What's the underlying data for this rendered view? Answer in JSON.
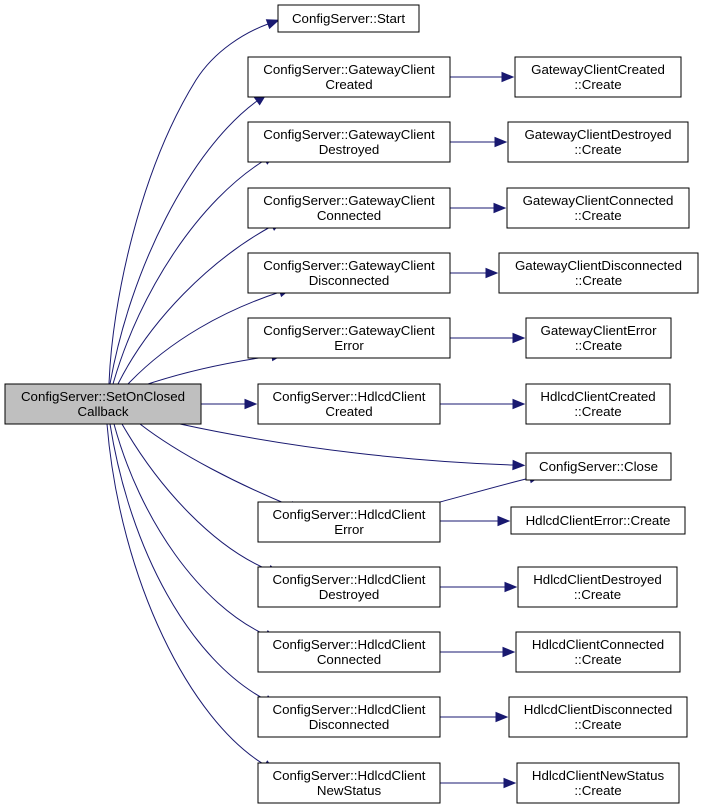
{
  "graph": {
    "nodes": [
      {
        "id": "root",
        "label": [
          "ConfigServer::SetOnClosed",
          "Callback"
        ],
        "highlight": true
      },
      {
        "id": "start",
        "label": [
          "ConfigServer::Start"
        ]
      },
      {
        "id": "gcc",
        "label": [
          "ConfigServer::GatewayClient",
          "Created"
        ]
      },
      {
        "id": "gcc_c",
        "label": [
          "GatewayClientCreated",
          "::Create"
        ]
      },
      {
        "id": "gcd",
        "label": [
          "ConfigServer::GatewayClient",
          "Destroyed"
        ]
      },
      {
        "id": "gcd_c",
        "label": [
          "GatewayClientDestroyed",
          "::Create"
        ]
      },
      {
        "id": "gcn",
        "label": [
          "ConfigServer::GatewayClient",
          "Connected"
        ]
      },
      {
        "id": "gcn_c",
        "label": [
          "GatewayClientConnected",
          "::Create"
        ]
      },
      {
        "id": "gcdis",
        "label": [
          "ConfigServer::GatewayClient",
          "Disconnected"
        ]
      },
      {
        "id": "gcdis_c",
        "label": [
          "GatewayClientDisconnected",
          "::Create"
        ]
      },
      {
        "id": "gce",
        "label": [
          "ConfigServer::GatewayClient",
          "Error"
        ]
      },
      {
        "id": "gce_c",
        "label": [
          "GatewayClientError",
          "::Create"
        ]
      },
      {
        "id": "hcc",
        "label": [
          "ConfigServer::HdlcdClient",
          "Created"
        ]
      },
      {
        "id": "hcc_c",
        "label": [
          "HdlcdClientCreated",
          "::Create"
        ]
      },
      {
        "id": "close",
        "label": [
          "ConfigServer::Close"
        ]
      },
      {
        "id": "hce",
        "label": [
          "ConfigServer::HdlcdClient",
          "Error"
        ]
      },
      {
        "id": "hce_c",
        "label": [
          "HdlcdClientError::Create"
        ]
      },
      {
        "id": "hcd",
        "label": [
          "ConfigServer::HdlcdClient",
          "Destroyed"
        ]
      },
      {
        "id": "hcd_c",
        "label": [
          "HdlcdClientDestroyed",
          "::Create"
        ]
      },
      {
        "id": "hcn",
        "label": [
          "ConfigServer::HdlcdClient",
          "Connected"
        ]
      },
      {
        "id": "hcn_c",
        "label": [
          "HdlcdClientConnected",
          "::Create"
        ]
      },
      {
        "id": "hcdis",
        "label": [
          "ConfigServer::HdlcdClient",
          "Disconnected"
        ]
      },
      {
        "id": "hcdis_c",
        "label": [
          "HdlcdClientDisconnected",
          "::Create"
        ]
      },
      {
        "id": "hcns",
        "label": [
          "ConfigServer::HdlcdClient",
          "NewStatus"
        ]
      },
      {
        "id": "hcns_c",
        "label": [
          "HdlcdClientNewStatus",
          "::Create"
        ]
      }
    ],
    "edges": [
      {
        "from": "root",
        "to": "start"
      },
      {
        "from": "root",
        "to": "gcc"
      },
      {
        "from": "root",
        "to": "gcd"
      },
      {
        "from": "root",
        "to": "gcn"
      },
      {
        "from": "root",
        "to": "gcdis"
      },
      {
        "from": "root",
        "to": "gce"
      },
      {
        "from": "root",
        "to": "hcc"
      },
      {
        "from": "root",
        "to": "close"
      },
      {
        "from": "root",
        "to": "hce"
      },
      {
        "from": "root",
        "to": "hcd"
      },
      {
        "from": "root",
        "to": "hcn"
      },
      {
        "from": "root",
        "to": "hcdis"
      },
      {
        "from": "root",
        "to": "hcns"
      },
      {
        "from": "gcc",
        "to": "gcc_c"
      },
      {
        "from": "gcd",
        "to": "gcd_c"
      },
      {
        "from": "gcn",
        "to": "gcn_c"
      },
      {
        "from": "gcdis",
        "to": "gcdis_c"
      },
      {
        "from": "gce",
        "to": "gce_c"
      },
      {
        "from": "hcc",
        "to": "hcc_c"
      },
      {
        "from": "hce",
        "to": "close"
      },
      {
        "from": "hce",
        "to": "hce_c"
      },
      {
        "from": "hcd",
        "to": "hcd_c"
      },
      {
        "from": "hcn",
        "to": "hcn_c"
      },
      {
        "from": "hcdis",
        "to": "hcdis_c"
      },
      {
        "from": "hcns",
        "to": "hcns_c"
      }
    ]
  },
  "colors": {
    "edge": "#191970",
    "root_fill": "#bfbfbf",
    "node_fill": "#ffffff",
    "border": "#000000"
  }
}
